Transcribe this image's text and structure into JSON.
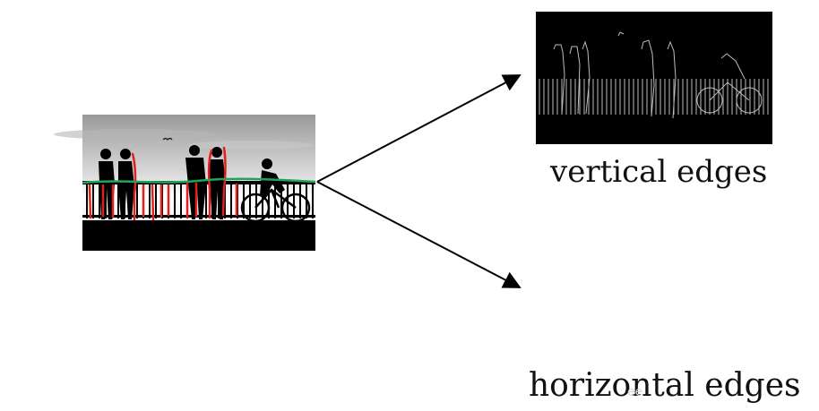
{
  "captions": {
    "vertical": "vertical edges",
    "horizontal": "horizontal edges"
  },
  "watermark": "ee",
  "colors": {
    "arrow": "#000000",
    "vertical_marks": "#e0201a",
    "horizontal_marks": "#1fa65a",
    "left_annotation": "#1a73b8",
    "right_annotation": "#1fa65a",
    "edge_panel_bg": "#000000",
    "edge_lines": "#bdbdbd"
  },
  "icons": {
    "left_annotation": "arrow-up-right-icon",
    "right_annotation": "arrow-left-icon"
  }
}
